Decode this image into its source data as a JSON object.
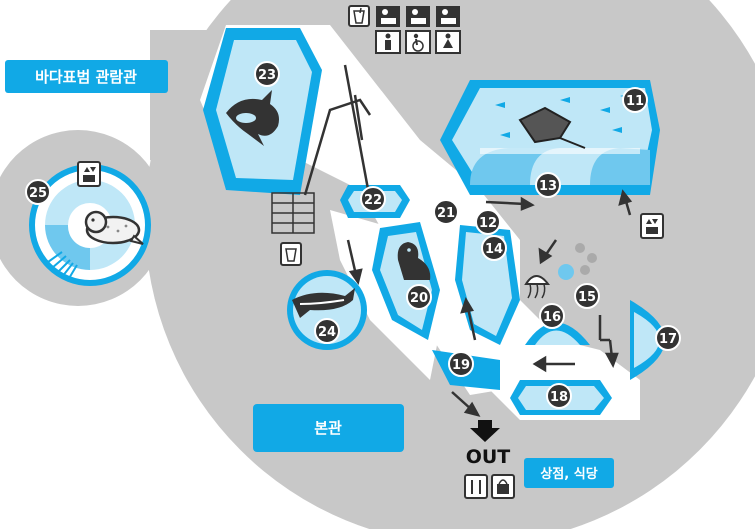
{
  "labels": {
    "seal_hall": "바다표범 관람관",
    "main_hall": "본관",
    "out": "OUT",
    "shop_restaurant": "상점, 식당"
  },
  "markers": [
    {
      "id": "m11",
      "num": "11"
    },
    {
      "id": "m12",
      "num": "12"
    },
    {
      "id": "m13",
      "num": "13"
    },
    {
      "id": "m14",
      "num": "14"
    },
    {
      "id": "m15",
      "num": "15"
    },
    {
      "id": "m16",
      "num": "16"
    },
    {
      "id": "m17",
      "num": "17"
    },
    {
      "id": "m18",
      "num": "18"
    },
    {
      "id": "m19",
      "num": "19"
    },
    {
      "id": "m20",
      "num": "20"
    },
    {
      "id": "m21",
      "num": "21"
    },
    {
      "id": "m22",
      "num": "22"
    },
    {
      "id": "m23",
      "num": "23"
    },
    {
      "id": "m24",
      "num": "24"
    },
    {
      "id": "m25",
      "num": "25"
    }
  ],
  "icons": [
    "drink-icon",
    "baby-change-icon",
    "male-restroom-icon",
    "accessible-restroom-icon",
    "female-restroom-icon",
    "elevator-icon",
    "restaurant-icon",
    "shop-bag-icon"
  ],
  "colors": {
    "accent": "#11a9e6",
    "light_blue": "#bfe7f7",
    "mid_blue": "#6fc8ee",
    "gray_area": "#c8c8c8",
    "dark_marker": "#333333",
    "ring_marker": "#333333"
  }
}
